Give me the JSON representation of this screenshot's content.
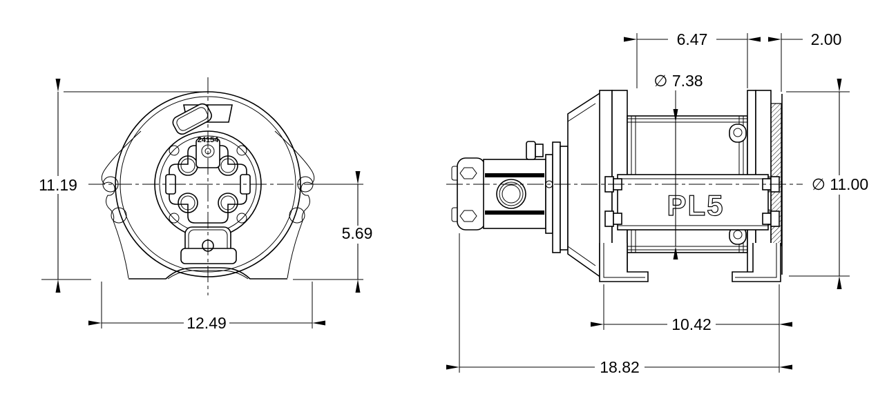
{
  "page": {
    "background": "#ffffff",
    "line_color": "#000000",
    "text_color": "#000000"
  },
  "front_view": {
    "casting_mark": "24154",
    "dim_overall_height": "11.19",
    "dim_center_to_base": "5.69",
    "dim_overall_width": "12.49"
  },
  "side_view": {
    "drum_label": "PL5",
    "dim_flange_spacing": "6.47",
    "dim_end_width": "2.00",
    "dim_barrel_diameter": "∅ 7.38",
    "dim_flange_diameter": "∅ 11.00",
    "dim_base_length": "10.42",
    "dim_overall_length": "18.82"
  }
}
